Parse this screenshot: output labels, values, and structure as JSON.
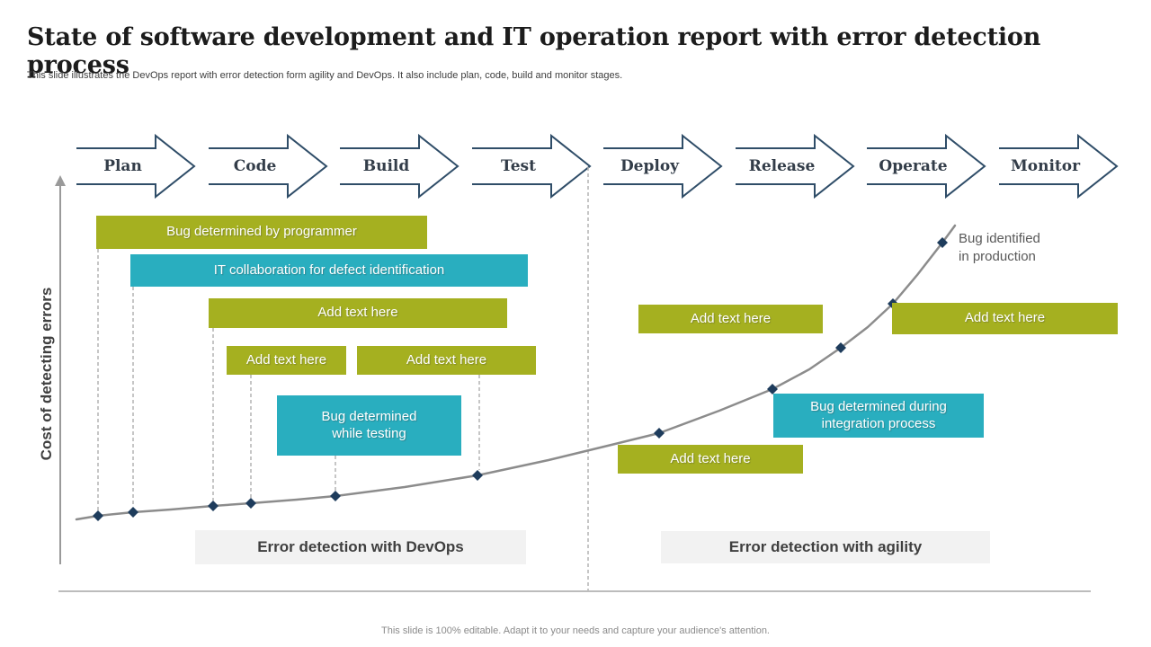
{
  "slide": {
    "title": "State of software development and IT operation report with error detection process",
    "subtitle": "This slide illustrates the DevOps report with error detection form agility and DevOps. It also include plan, code, build and monitor stages.",
    "footer": "This slide is 100% editable. Adapt it to your needs and capture your audience's attention."
  },
  "stages": [
    {
      "label": "Plan"
    },
    {
      "label": "Code"
    },
    {
      "label": "Build"
    },
    {
      "label": "Test"
    },
    {
      "label": "Deploy"
    },
    {
      "label": "Release"
    },
    {
      "label": "Operate"
    },
    {
      "label": "Monitor"
    }
  ],
  "diagram": {
    "y_axis_label": "Cost of detecting errors",
    "annotation": "Bug identified\nin production",
    "boxes": [
      {
        "id": "bug-programmer",
        "label": "Bug determined by programmer",
        "color": "olive"
      },
      {
        "id": "it-collaboration",
        "label": "IT collaboration for defect identification",
        "color": "teal"
      },
      {
        "id": "add-text-1",
        "label": "Add text here",
        "color": "olive"
      },
      {
        "id": "add-text-2",
        "label": "Add text here",
        "color": "olive"
      },
      {
        "id": "add-text-3",
        "label": "Add text here",
        "color": "olive"
      },
      {
        "id": "bug-testing",
        "label": "Bug determined\nwhile testing",
        "color": "teal"
      },
      {
        "id": "add-text-4",
        "label": "Add text here",
        "color": "olive"
      },
      {
        "id": "bug-integration",
        "label": "Bug determined during\nintegration process",
        "color": "teal"
      },
      {
        "id": "add-text-5",
        "label": "Add text here",
        "color": "olive"
      },
      {
        "id": "add-text-6",
        "label": "Add text here",
        "color": "olive"
      }
    ],
    "bands": {
      "devops": "Error detection with DevOps",
      "agility": "Error detection with agility"
    }
  },
  "colors": {
    "olive": "#a5b020",
    "teal": "#29aebf",
    "arrow_outline": "#2f4d68",
    "arrow_text": "#333d49",
    "curve": "#8c8c8c",
    "marker": "#1e3c5c",
    "band_background": "#f2f2f2",
    "axis": "#9a9a9a"
  }
}
